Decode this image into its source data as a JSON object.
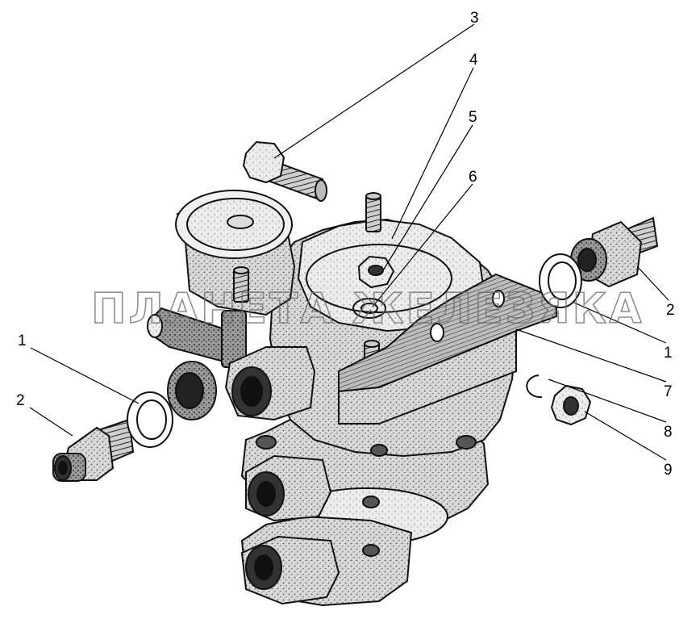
{
  "watermark": "ПЛАНЕТА ЖЕЛЕЗЯКА",
  "callouts": [
    {
      "id": "c3",
      "label": "3"
    },
    {
      "id": "c4",
      "label": "4"
    },
    {
      "id": "c5",
      "label": "5"
    },
    {
      "id": "c6",
      "label": "6"
    },
    {
      "id": "c1-left",
      "label": "1"
    },
    {
      "id": "c2-left",
      "label": "2"
    },
    {
      "id": "c2-right",
      "label": "2"
    },
    {
      "id": "c1-right",
      "label": "1"
    },
    {
      "id": "c7",
      "label": "7"
    },
    {
      "id": "c8",
      "label": "8"
    },
    {
      "id": "c9",
      "label": "9"
    }
  ]
}
